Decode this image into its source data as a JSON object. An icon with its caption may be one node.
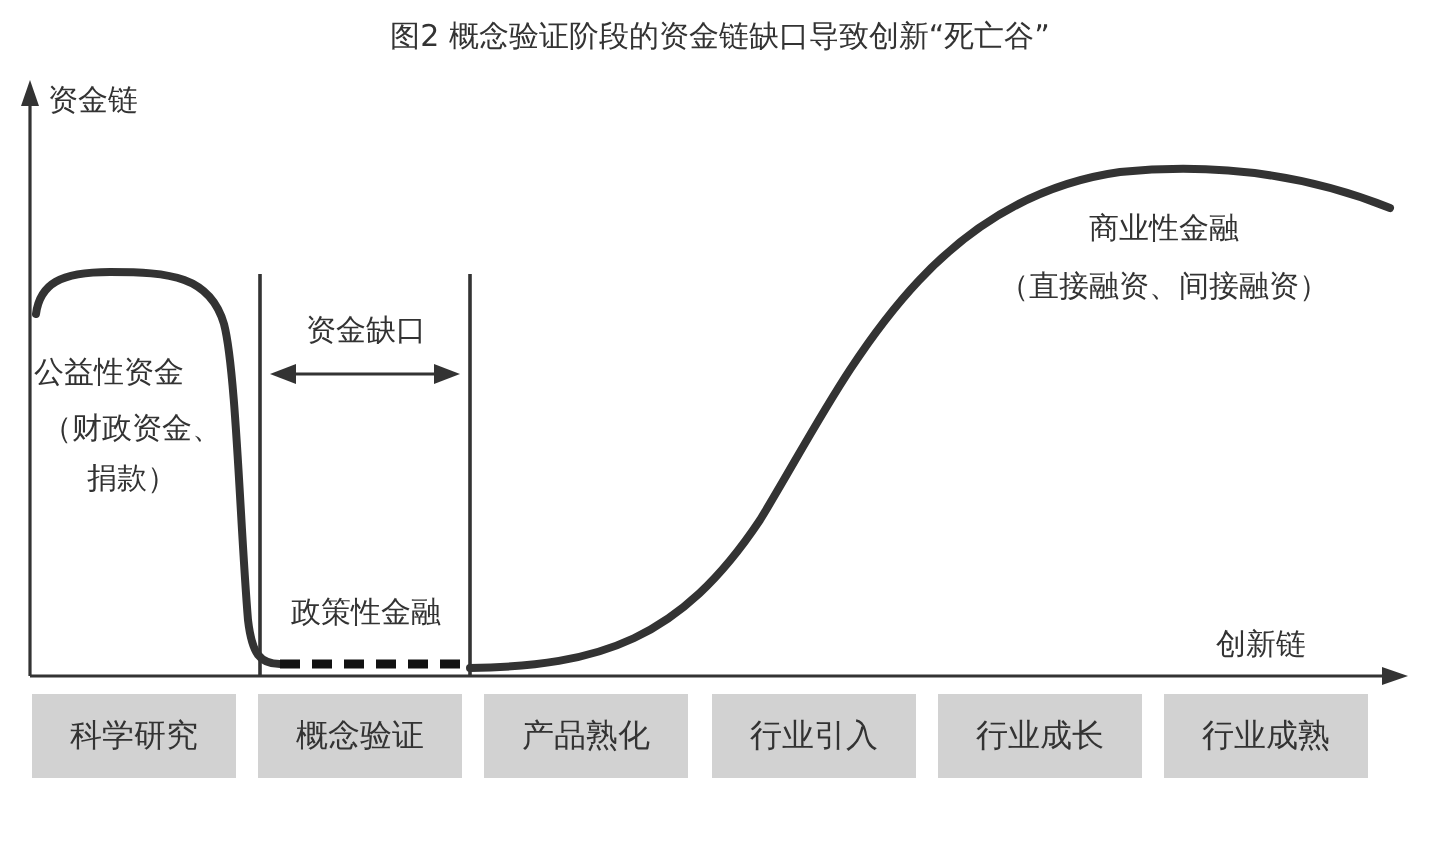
{
  "diagram": {
    "title": "图2 概念验证阶段的资金链缺口导致创新“死亡谷”",
    "nodes": [
      {
        "text": [
          "科学研究"
        ]
      },
      {
        "text": [
          "概念验证"
        ]
      },
      {
        "text": [
          "产品熟化"
        ]
      },
      {
        "text": [
          "行业引入"
        ]
      },
      {
        "text": [
          "行业成长"
        ]
      },
      {
        "text": [
          "行业成熟"
        ]
      }
    ],
    "labels": [
      "资金链",
      "商业性金融",
      "（直接融资、间接融资）",
      "资金缺口",
      "公益性资金",
      "（财政资金、捐款）",
      "政策性金融",
      "创新链"
    ]
  }
}
